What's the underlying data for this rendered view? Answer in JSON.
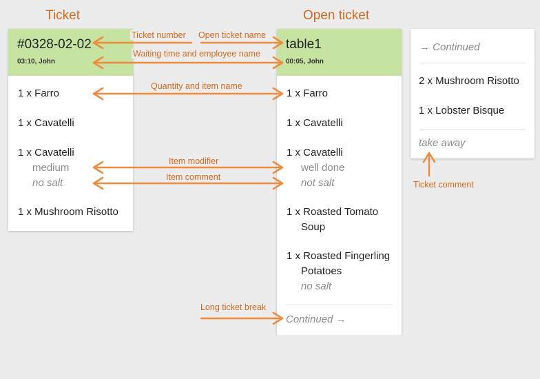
{
  "titles": {
    "ticket": "Ticket",
    "open_ticket": "Open ticket"
  },
  "ticket": {
    "number": "#0328-02-02",
    "meta": "03:10, John",
    "items": [
      {
        "qty_name": "1 x Farro"
      },
      {
        "qty_name": "1 x Cavatelli"
      },
      {
        "qty_name": "1 x Cavatelli",
        "modifier": "medium",
        "comment": "no salt"
      },
      {
        "qty_name": "1 x Mushroom Risotto"
      }
    ]
  },
  "open_ticket": {
    "name": "table1",
    "meta": "00:05, John",
    "items": [
      {
        "qty_name": "1 x Farro"
      },
      {
        "qty_name": "1 x Cavatelli"
      },
      {
        "qty_name": "1 x Cavatelli",
        "modifier": "well done",
        "comment": "not salt"
      },
      {
        "qty_name": "1 x Roasted Tomato",
        "line2": "Soup"
      },
      {
        "qty_name": "1 x Roasted Fingerling",
        "line2": "Potatoes",
        "comment": "no salt"
      }
    ],
    "continued": "Continued →"
  },
  "continuation": {
    "continued": "→ Continued",
    "items": [
      {
        "qty_name": "2 x Mushroom Risotto"
      },
      {
        "qty_name": "1 x Lobster Bisque"
      }
    ],
    "comment": "take away"
  },
  "annotations": {
    "ticket_number": "Ticket number",
    "open_ticket_name": "Open ticket name",
    "waiting_time": "Waiting time and employee name",
    "quantity_item": "Quantity and item name",
    "item_modifier": "Item modifier",
    "item_comment": "Item comment",
    "long_ticket_break": "Long ticket break",
    "ticket_comment": "Ticket comment"
  },
  "colors": {
    "accent": "#d4691c",
    "arrow": "#f08a3c",
    "header": "#c6e3a1",
    "background": "#ececec"
  }
}
